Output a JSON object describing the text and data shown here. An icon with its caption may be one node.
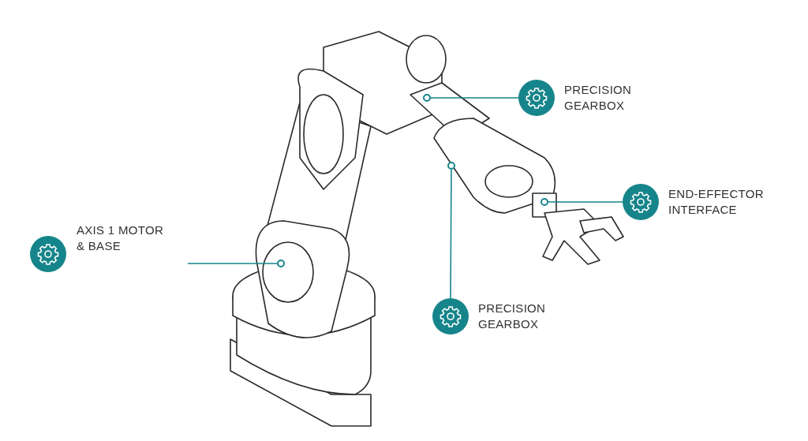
{
  "diagram": {
    "nodes": [
      {
        "text": [
          "PRECISION GEARBOX"
        ]
      },
      {
        "text": [
          "END-EFFECTOR INTERFACE"
        ]
      },
      {
        "text": [
          "AXIS 1 MOTOR & BASE"
        ]
      },
      {
        "text": [
          "PRECISION GEARBOX"
        ]
      },
      {
        "text": [],
        "shape": "circle"
      },
      {
        "text": [],
        "shape": "circle"
      },
      {
        "text": [],
        "shape": "circle"
      },
      {
        "text": [],
        "shape": "circle"
      }
    ],
    "edges": [
      {
        "from": 0,
        "to": 4,
        "arrow": "none"
      },
      {
        "from": 1,
        "to": 5,
        "arrow": "none"
      },
      {
        "from": 2,
        "to": 6,
        "arrow": "none"
      },
      {
        "from": 3,
        "to": 7,
        "arrow": "none"
      }
    ]
  }
}
